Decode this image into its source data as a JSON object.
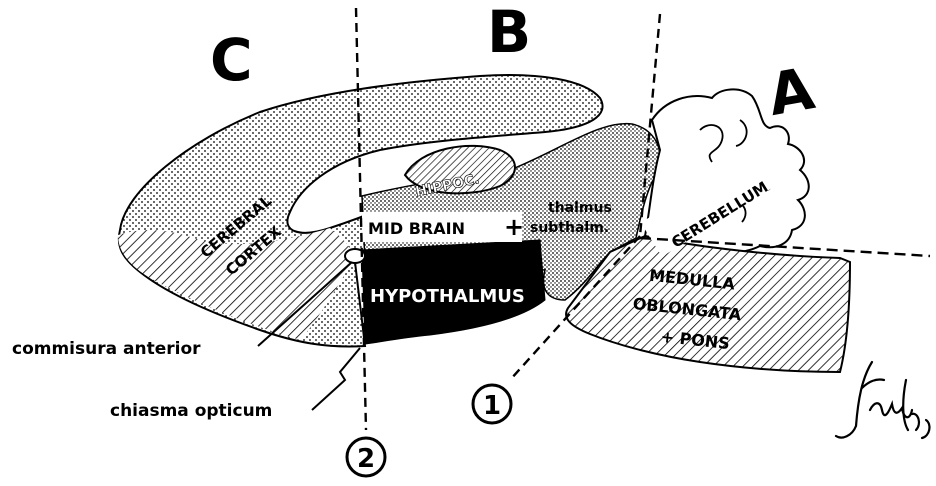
{
  "regions": {
    "a": "A",
    "b": "B",
    "c": "C"
  },
  "structures": {
    "cerebral": "CEREBRAL",
    "cortex": "CORTEX",
    "hippocampus": "HIPPOC.",
    "mid_brain": "MID BRAIN",
    "plus_sign": "+",
    "thalamus": "thalmus",
    "subthalamus": "subthalm.",
    "cerebellum": "CEREBELLUM",
    "hypothalamus": "HYPOTHALMUS",
    "medulla": "MEDULLA",
    "oblongata": "OBLONGATA",
    "pons": "+ PONS"
  },
  "callouts": {
    "commissura": "commisura anterior",
    "chiasma": "chiasma opticum"
  },
  "cuts": {
    "cut1": "1",
    "cut2": "2"
  },
  "signature": "Fowler '65"
}
